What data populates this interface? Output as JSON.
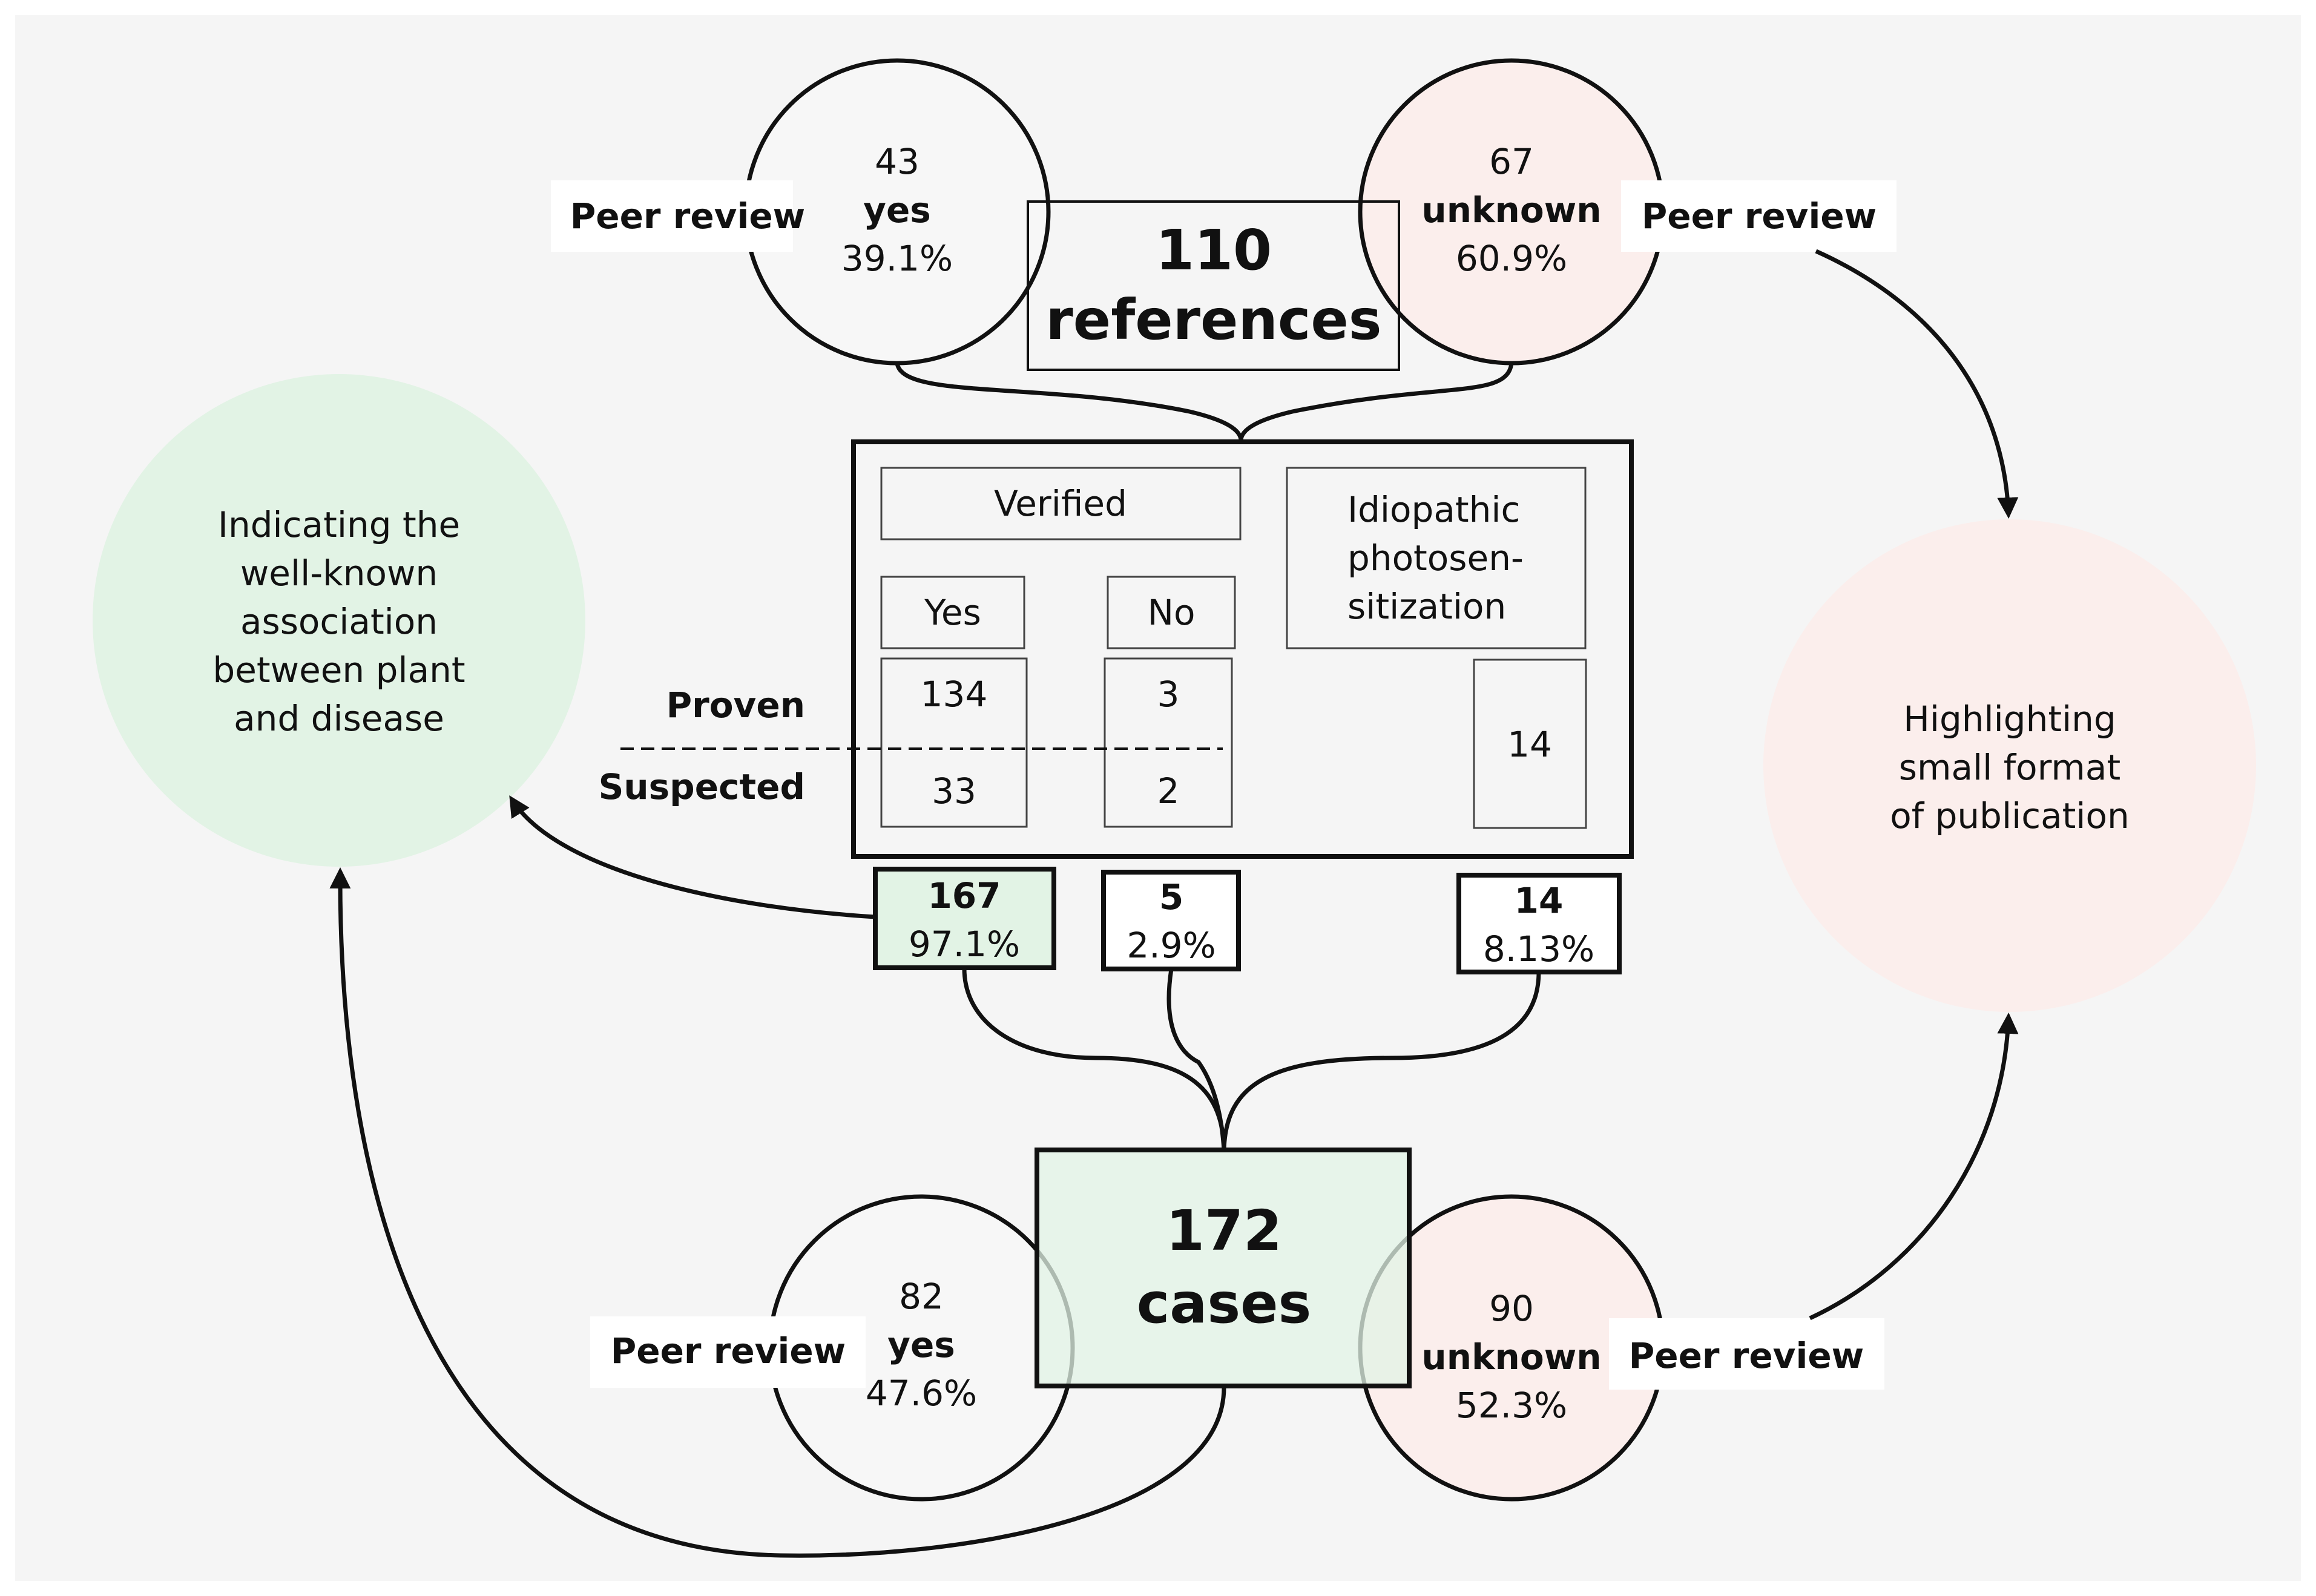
{
  "colors": {
    "background": "#f5f5f5",
    "outer_bg": "#ffffff",
    "green_fill": "#e2f3e5",
    "pink_fill": "#fbeeec",
    "circle_light": "#f7f7f7",
    "stroke": "#111111"
  },
  "references": {
    "count": "110",
    "label": "references",
    "yes": {
      "count": "43",
      "label": "yes",
      "pct": "39.1%",
      "peer_label": "Peer review"
    },
    "unknown": {
      "count": "67",
      "label": "unknown",
      "pct": "60.9%",
      "peer_label": "Peer review"
    }
  },
  "table": {
    "verified_header": "Verified",
    "yes_header": "Yes",
    "no_header": "No",
    "idiopathic_header": [
      "Idiopathic",
      "photosen-",
      "sitization"
    ],
    "proven_label": "Proven",
    "suspected_label": "Suspected",
    "yes_proven": "134",
    "yes_suspected": "33",
    "no_proven": "3",
    "no_suspected": "2",
    "idiopathic_value": "14"
  },
  "totals": {
    "yes": {
      "count": "167",
      "pct": "97.1%"
    },
    "no": {
      "count": "5",
      "pct": "2.9%"
    },
    "idiopathic": {
      "count": "14",
      "pct": "8.13%"
    }
  },
  "cases": {
    "count": "172",
    "label": "cases",
    "yes": {
      "count": "82",
      "label": "yes",
      "pct": "47.6%",
      "peer_label": "Peer review"
    },
    "unknown": {
      "count": "90",
      "label": "unknown",
      "pct": "52.3%",
      "peer_label": "Peer review"
    }
  },
  "notes": {
    "left": [
      "Indicating the",
      "well-known",
      "association",
      "between plant",
      "and disease"
    ],
    "right": [
      "Highlighting",
      "small format",
      "of publication"
    ]
  }
}
